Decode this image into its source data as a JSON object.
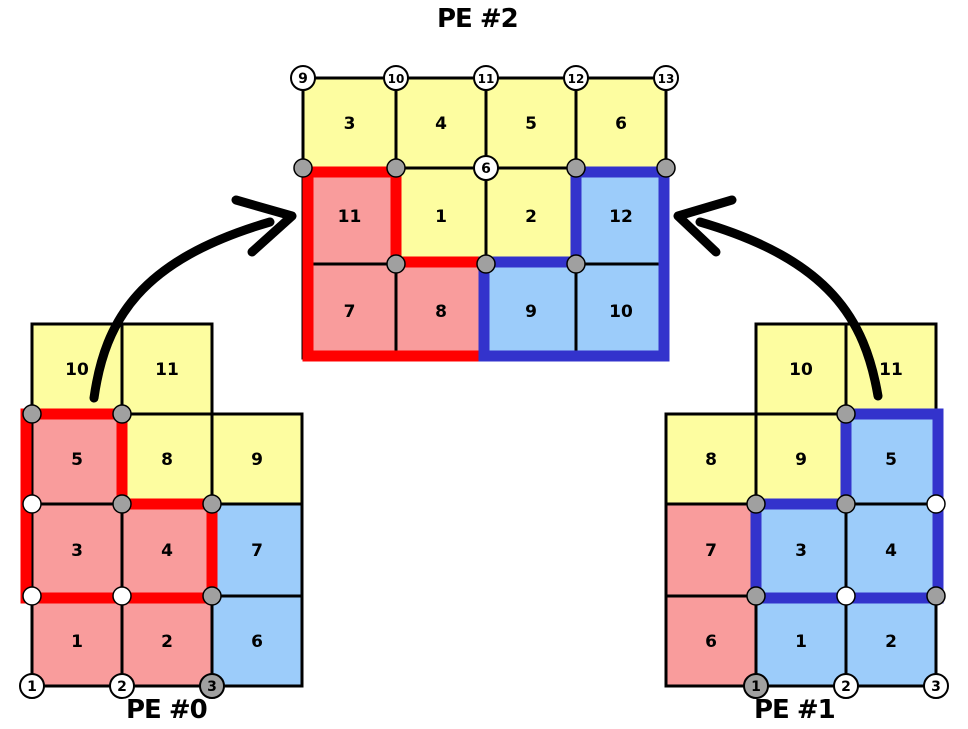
{
  "colors": {
    "yellow": "#fdfda0",
    "red": "#f99c9c",
    "blue": "#9cccfa",
    "red_outline": "#ff0000",
    "blue_outline": "#3333cc",
    "node_gray": "#a0a0a0",
    "node_white": "#ffffff",
    "line": "#000000"
  },
  "pe2": {
    "label": "PE #2",
    "cells": [
      {
        "id": "c3",
        "text": "3",
        "color": "yellow"
      },
      {
        "id": "c4",
        "text": "4",
        "color": "yellow"
      },
      {
        "id": "c5",
        "text": "5",
        "color": "yellow"
      },
      {
        "id": "c6",
        "text": "6",
        "color": "yellow"
      },
      {
        "id": "c11",
        "text": "11",
        "color": "red"
      },
      {
        "id": "c1",
        "text": "1",
        "color": "yellow"
      },
      {
        "id": "c2",
        "text": "2",
        "color": "yellow"
      },
      {
        "id": "c12",
        "text": "12",
        "color": "blue"
      },
      {
        "id": "c7",
        "text": "7",
        "color": "red"
      },
      {
        "id": "c8",
        "text": "8",
        "color": "red"
      },
      {
        "id": "c9",
        "text": "9",
        "color": "blue"
      },
      {
        "id": "c10",
        "text": "10",
        "color": "blue"
      }
    ],
    "nodes": [
      {
        "id": "n9",
        "text": "9"
      },
      {
        "id": "n10",
        "text": "10"
      },
      {
        "id": "n11",
        "text": "11"
      },
      {
        "id": "n12",
        "text": "12"
      },
      {
        "id": "n13",
        "text": "13"
      },
      {
        "id": "n6",
        "text": "6"
      }
    ]
  },
  "pe0": {
    "label": "PE #0",
    "cells": [
      {
        "id": "c10",
        "text": "10",
        "color": "yellow"
      },
      {
        "id": "c11",
        "text": "11",
        "color": "yellow"
      },
      {
        "id": "c5",
        "text": "5",
        "color": "red"
      },
      {
        "id": "c8",
        "text": "8",
        "color": "yellow"
      },
      {
        "id": "c9",
        "text": "9",
        "color": "yellow"
      },
      {
        "id": "c3",
        "text": "3",
        "color": "red"
      },
      {
        "id": "c4",
        "text": "4",
        "color": "red"
      },
      {
        "id": "c7",
        "text": "7",
        "color": "blue"
      },
      {
        "id": "c1",
        "text": "1",
        "color": "red"
      },
      {
        "id": "c2",
        "text": "2",
        "color": "red"
      },
      {
        "id": "c6",
        "text": "6",
        "color": "blue"
      }
    ],
    "nodes": [
      {
        "id": "n1",
        "text": "1",
        "color": "white"
      },
      {
        "id": "n2",
        "text": "2",
        "color": "white"
      },
      {
        "id": "n3",
        "text": "3",
        "color": "gray"
      }
    ]
  },
  "pe1": {
    "label": "PE #1",
    "cells": [
      {
        "id": "c10",
        "text": "10",
        "color": "yellow"
      },
      {
        "id": "c11",
        "text": "11",
        "color": "yellow"
      },
      {
        "id": "c8",
        "text": "8",
        "color": "yellow"
      },
      {
        "id": "c9",
        "text": "9",
        "color": "yellow"
      },
      {
        "id": "c5",
        "text": "5",
        "color": "blue"
      },
      {
        "id": "c7",
        "text": "7",
        "color": "red"
      },
      {
        "id": "c3",
        "text": "3",
        "color": "blue"
      },
      {
        "id": "c4",
        "text": "4",
        "color": "blue"
      },
      {
        "id": "c6",
        "text": "6",
        "color": "red"
      },
      {
        "id": "c1",
        "text": "1",
        "color": "blue"
      },
      {
        "id": "c2",
        "text": "2",
        "color": "blue"
      }
    ],
    "nodes": [
      {
        "id": "n1",
        "text": "1",
        "color": "gray"
      },
      {
        "id": "n2",
        "text": "2",
        "color": "white"
      },
      {
        "id": "n3",
        "text": "3",
        "color": "white"
      }
    ]
  }
}
